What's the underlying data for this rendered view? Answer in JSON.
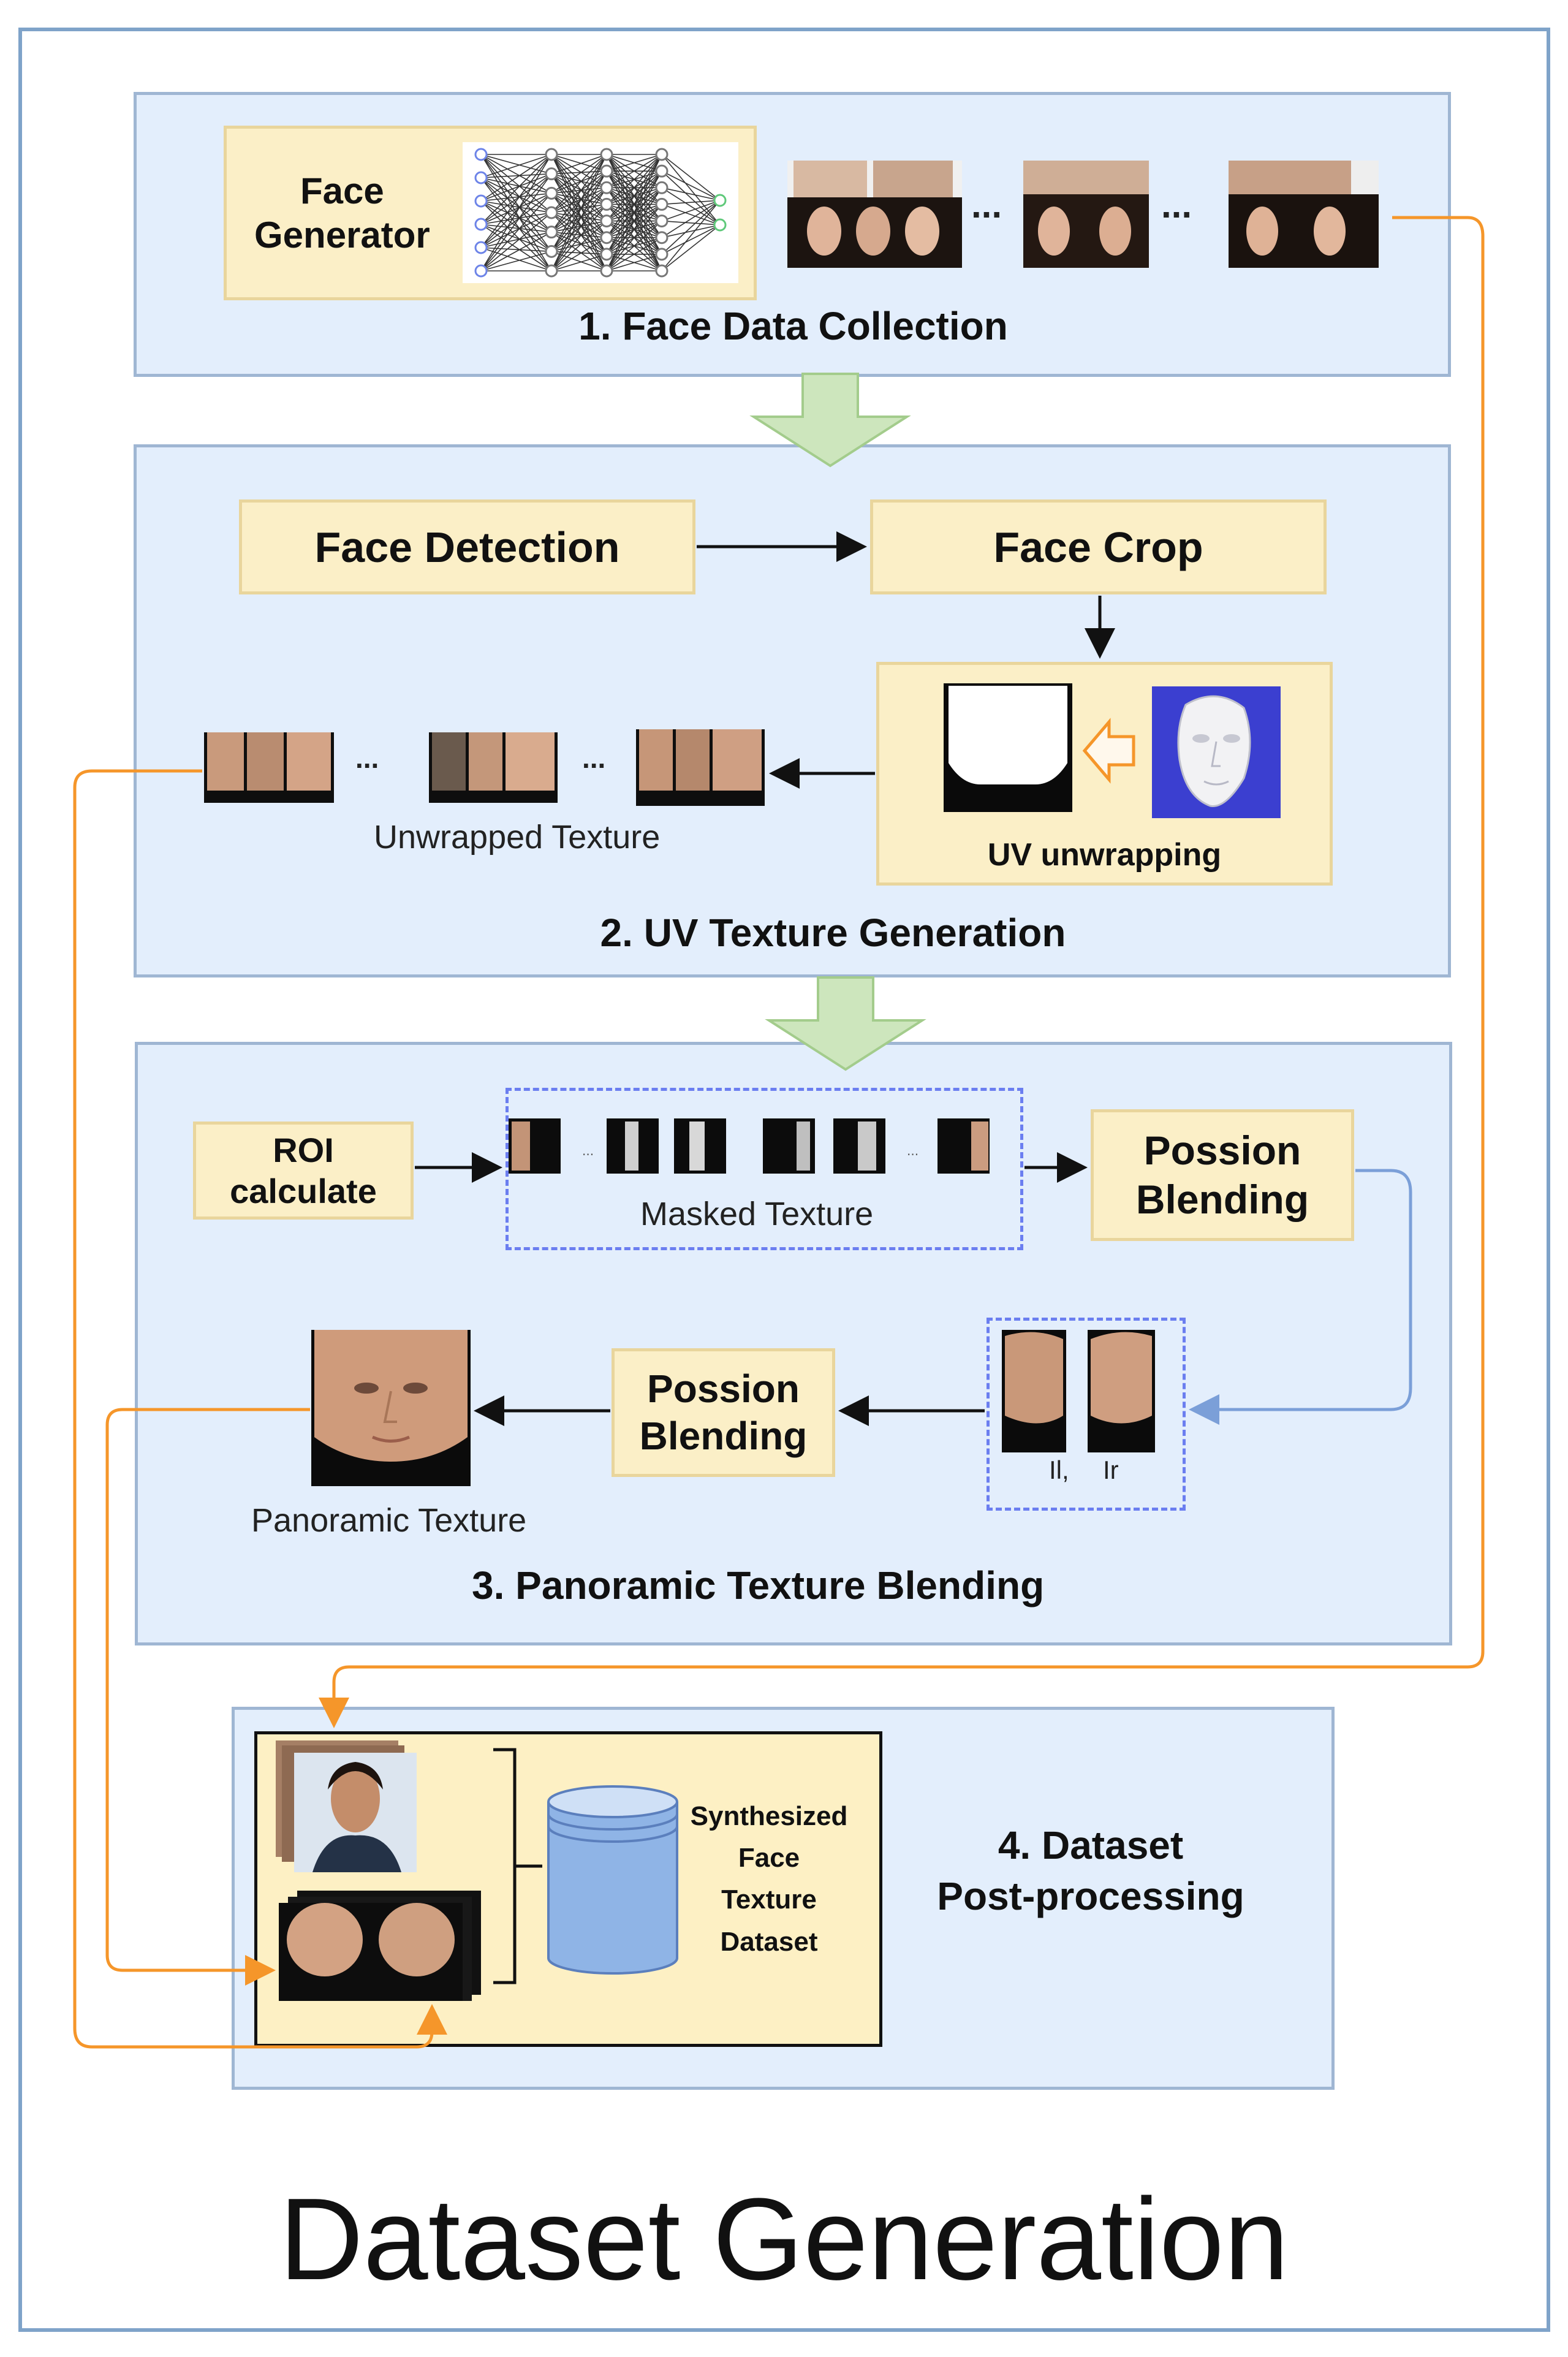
{
  "stage1": {
    "title": "1. Face Data Collection",
    "generator_label": "Face\nGenerator",
    "ellipsis_a": "...",
    "ellipsis_b": "..."
  },
  "stage2": {
    "title": "2. UV Texture Generation",
    "face_detection": "Face Detection",
    "face_crop": "Face Crop",
    "uv_unwrapping": "UV unwrapping",
    "unwrapped_texture": "Unwrapped Texture",
    "ellipsis_a": "...",
    "ellipsis_b": "..."
  },
  "stage3": {
    "title": "3. Panoramic Texture Blending",
    "roi_calculate": "ROI\ncalculate",
    "masked_texture": "Masked Texture",
    "possion_blending_top": "Possion\nBlending",
    "possion_blending_bottom": "Possion\nBlending",
    "panoramic_texture": "Panoramic Texture",
    "il_label": "Il,",
    "ir_label": "Ir"
  },
  "stage4": {
    "title": "4. Dataset\nPost-processing",
    "dataset_label": "Synthesized\nFace\nTexture\nDataset"
  },
  "footer": {
    "title": "Dataset Generation"
  },
  "colors": {
    "panel_bg": "#e3eefc",
    "box_bg": "#fbefc7",
    "orange_flow": "#f5962a",
    "blue_flow": "#7b9fd8",
    "green_arrow": "#c8e4b8",
    "dash_blue": "#6b7ef0"
  }
}
